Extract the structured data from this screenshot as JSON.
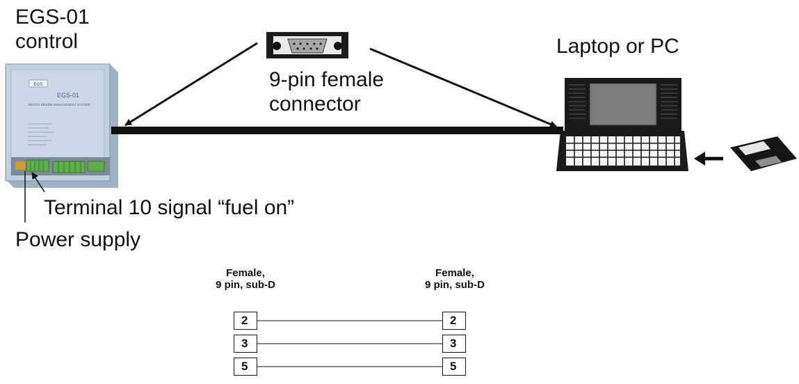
{
  "egs": {
    "line1": "EGS-01",
    "line2": "control"
  },
  "device": {
    "brand_line": "EGS",
    "model": "EGS-01",
    "subtitle": "DIGITAL ENGINE MANAGEMENT SYSTEM"
  },
  "laptop": {
    "label": "Laptop or PC"
  },
  "connector": {
    "line1": "9-pin female",
    "line2": "connector"
  },
  "terminal": {
    "label": "Terminal 10 signal “fuel on”"
  },
  "power": {
    "label": "Power supply"
  },
  "pinout": {
    "left_header": [
      "Female,",
      "9 pin, sub-D"
    ],
    "right_header": [
      "Female,",
      "9 pin, sub-D"
    ],
    "pins": [
      {
        "left": "2",
        "right": "2"
      },
      {
        "left": "3",
        "right": "3"
      },
      {
        "left": "5",
        "right": "5"
      }
    ]
  },
  "colors": {
    "ink": "#111111",
    "device_panel": "#b7c9d8",
    "terminals": "#5fae4b",
    "screen": "#7d7d7d"
  }
}
